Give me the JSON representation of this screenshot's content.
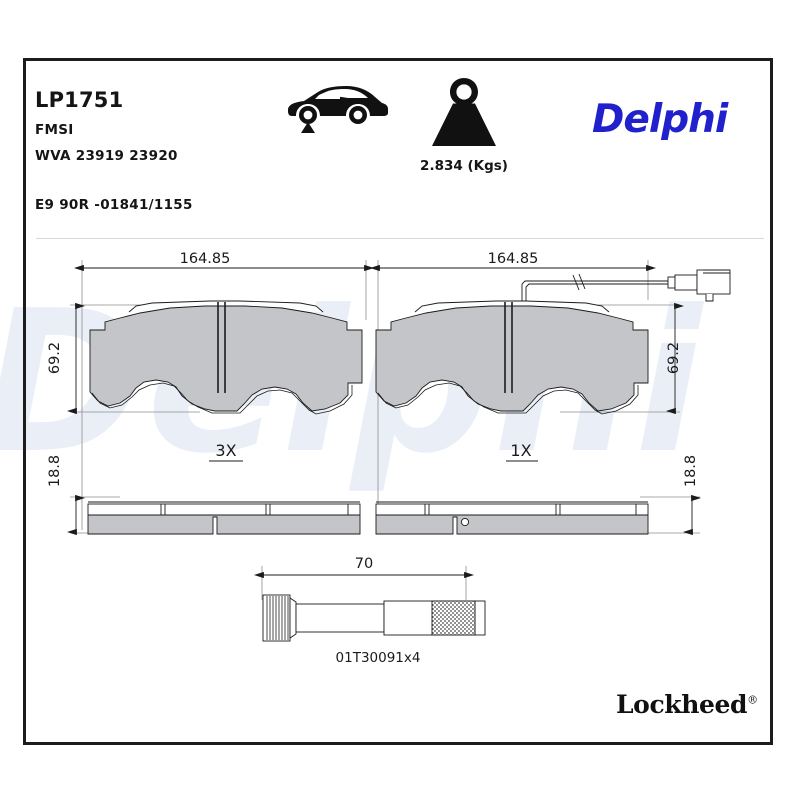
{
  "header": {
    "part_number": "LP1751",
    "fmsi_label": "FMSI",
    "wva_label": "WVA 23919 23920",
    "ece_approval": "E9 90R -01841/1155",
    "weight_value": "2.834 (Kgs)",
    "car_icon_name": "car-front-axle-icon",
    "weight_icon_name": "weight-kettlebell-icon"
  },
  "brand": {
    "logo_text": "Delphi",
    "logo_color": "#2020cc",
    "footer_text": "Lockheed",
    "footer_mark": "®"
  },
  "drawing": {
    "left_pad": {
      "width_dim": "164.85",
      "height_dim": "69.2",
      "thickness_dim": "18.8",
      "quantity": "3X"
    },
    "right_pad": {
      "width_dim": "164.85",
      "height_dim": "69.2",
      "thickness_dim": "18.8",
      "quantity": "1X",
      "has_wear_sensor": "yes"
    },
    "bolt": {
      "length_dim": "70",
      "part_code": "01T30091x4"
    }
  },
  "watermark": {
    "text": "Delphi"
  },
  "colors": {
    "brand_blue": "#2020cc",
    "pad_fill": "#c3c5c8",
    "backplate_fill": "#c3c5c8",
    "line": "#1b1b1b",
    "watermark": "#eaeff7"
  }
}
